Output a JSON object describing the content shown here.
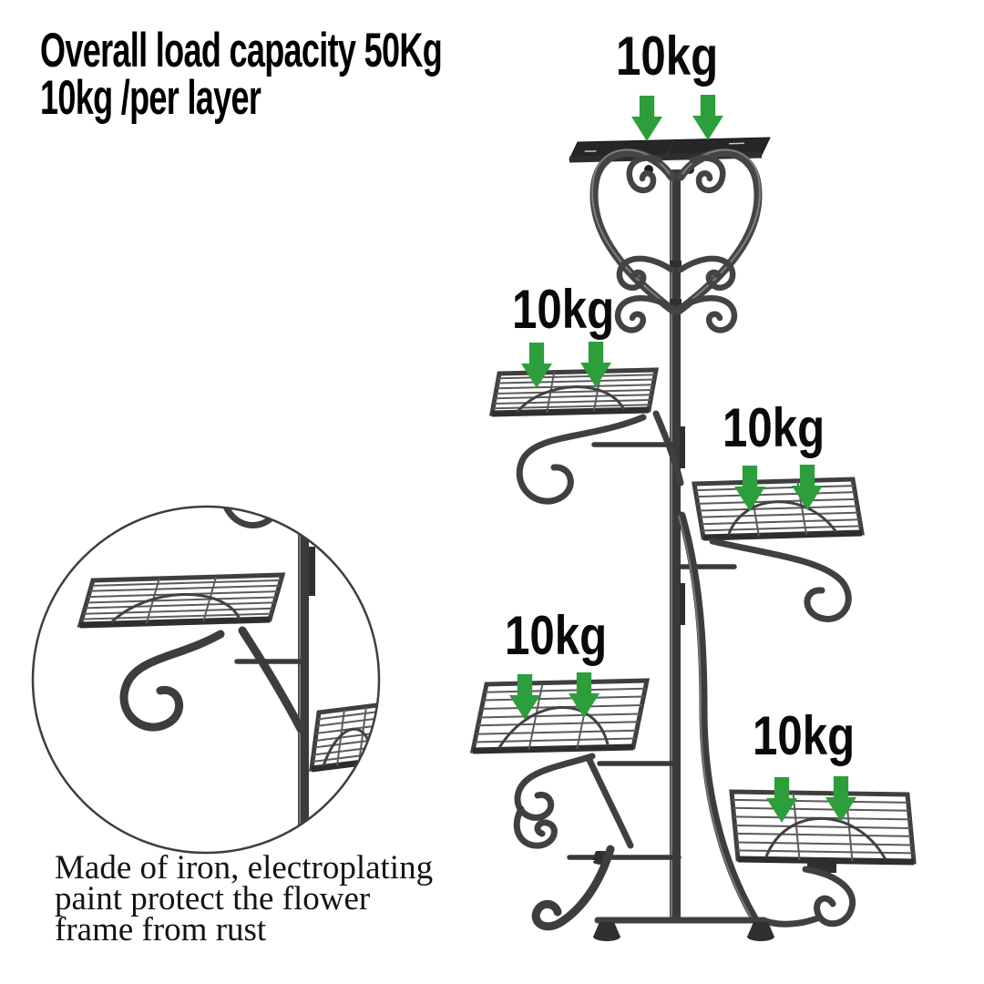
{
  "title": {
    "line1": "Overall load capacity 50Kg",
    "line2": "10kg /per layer"
  },
  "tier_labels": [
    {
      "tier": 1,
      "text": "10kg"
    },
    {
      "tier": 2,
      "text": "10kg"
    },
    {
      "tier": 3,
      "text": "10kg"
    },
    {
      "tier": 4,
      "text": "10kg"
    },
    {
      "tier": 5,
      "text": "10kg"
    }
  ],
  "description": {
    "line1": "Made of iron, electroplating",
    "line2": "paint protect the flower",
    "line3": "frame from rust"
  },
  "colors": {
    "arrow_green": "#2d9e3c",
    "metal_gray": "#3f3f3f",
    "label_black": "#0a0a0a",
    "background": "#ffffff"
  }
}
